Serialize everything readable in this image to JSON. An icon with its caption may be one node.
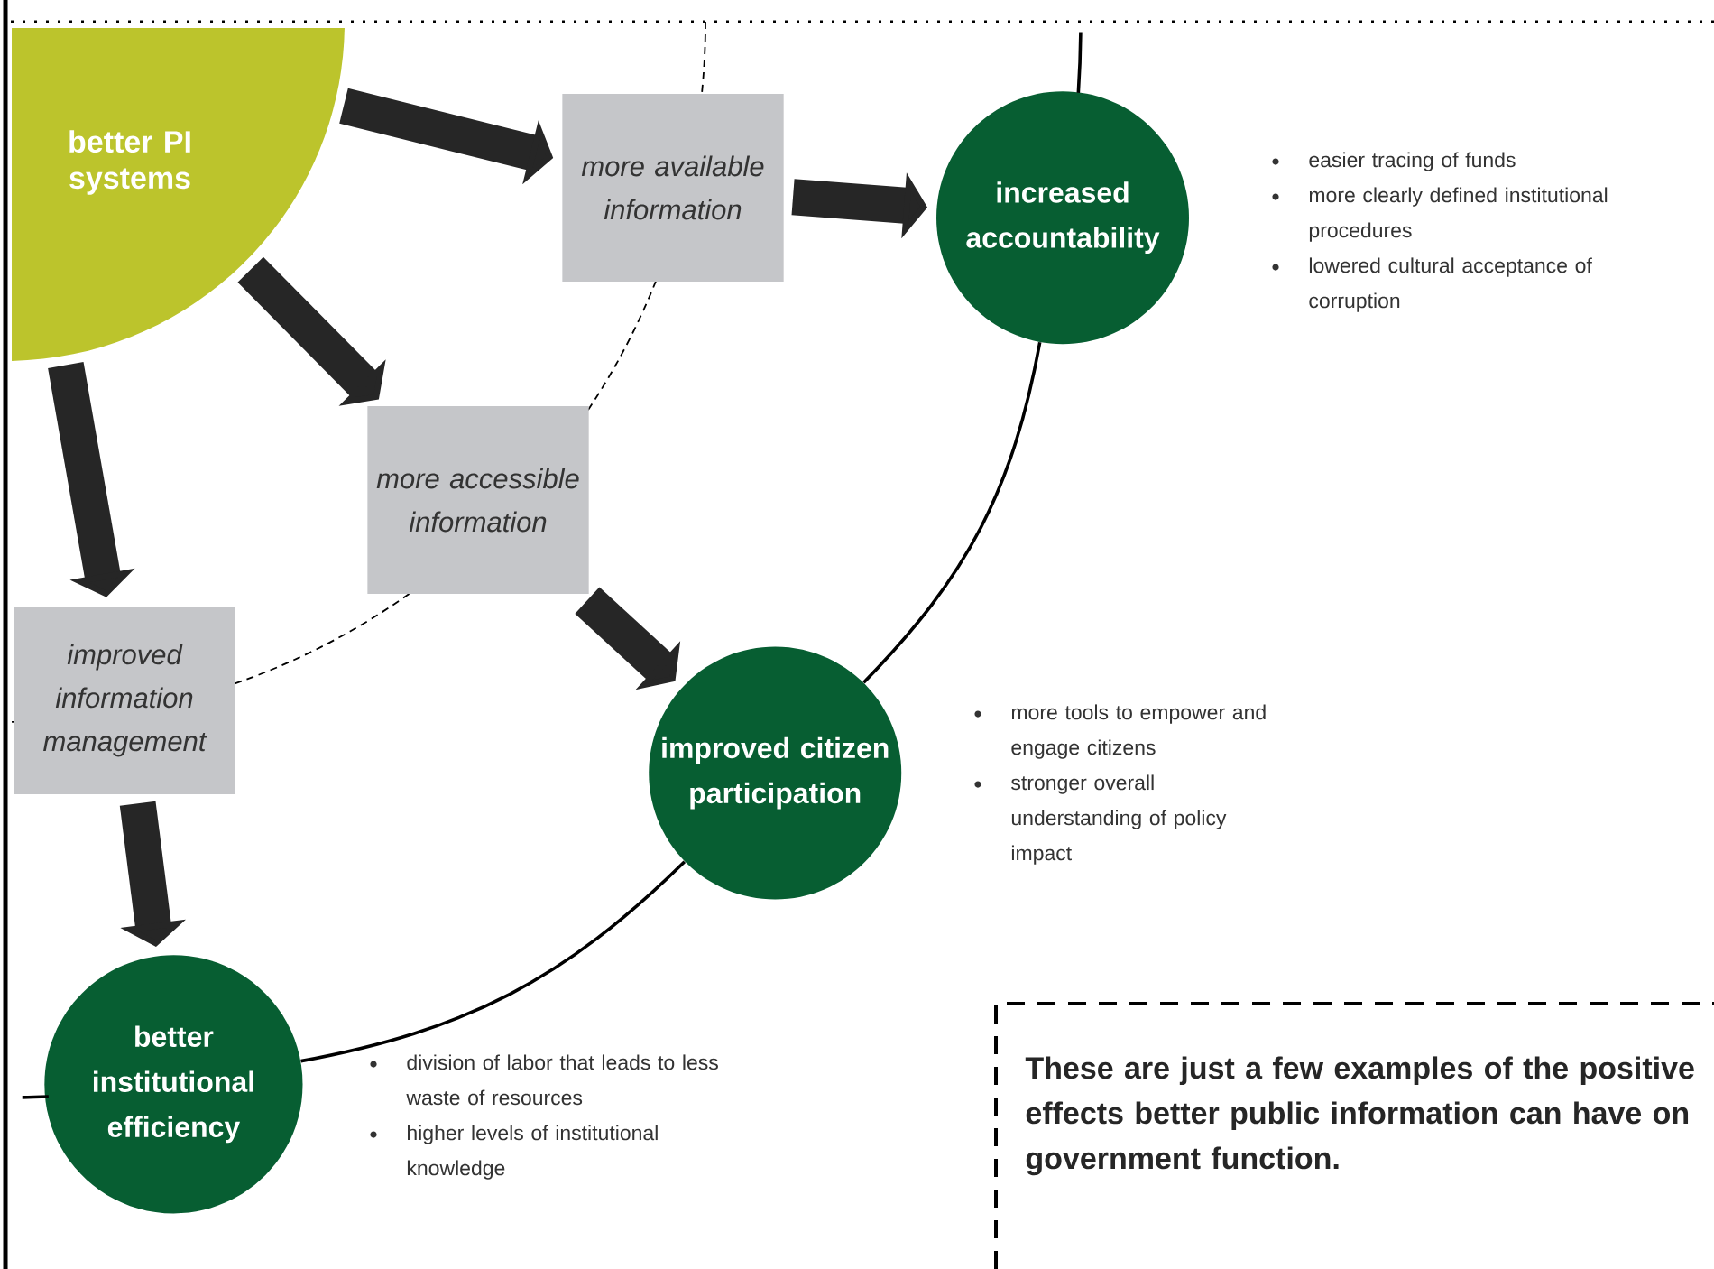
{
  "diagram": {
    "nodes": [
      {
        "text": [
          "better PI systems"
        ]
      },
      {
        "text": [
          "more available information"
        ]
      },
      {
        "text": [
          "increased accountability"
        ],
        "beside": [
          "easier tracing of funds",
          "more clearly defined institutional procedures",
          "lowered cultural acceptance of corruption"
        ]
      },
      {
        "text": [
          "more accessible information"
        ]
      },
      {
        "text": [
          "improved citizen participation"
        ],
        "beside": [
          "more tools to empower and engage citizens",
          "stronger overall understanding of policy impact"
        ]
      },
      {
        "text": [
          "improved information management"
        ]
      },
      {
        "text": [
          "better institutional efficiency"
        ],
        "beside": [
          "division of labor that leads to less waste of resources",
          "higher levels of institutional knowledge"
        ]
      },
      {
        "text": [
          "These are just a few examples of the positive effects better public information can have on government function."
        ]
      }
    ],
    "edges": [
      {
        "from": 0,
        "to": 1,
        "arrow": "to"
      },
      {
        "from": 1,
        "to": 2,
        "arrow": "to"
      },
      {
        "from": 0,
        "to": 3,
        "arrow": "to"
      },
      {
        "from": 3,
        "to": 4,
        "arrow": "to"
      },
      {
        "from": 0,
        "to": 5,
        "arrow": "to"
      },
      {
        "from": 5,
        "to": 6,
        "arrow": "to"
      },
      {
        "from": 2,
        "to": 4,
        "arrow": "none"
      },
      {
        "from": 4,
        "to": 6,
        "arrow": "none"
      }
    ]
  }
}
